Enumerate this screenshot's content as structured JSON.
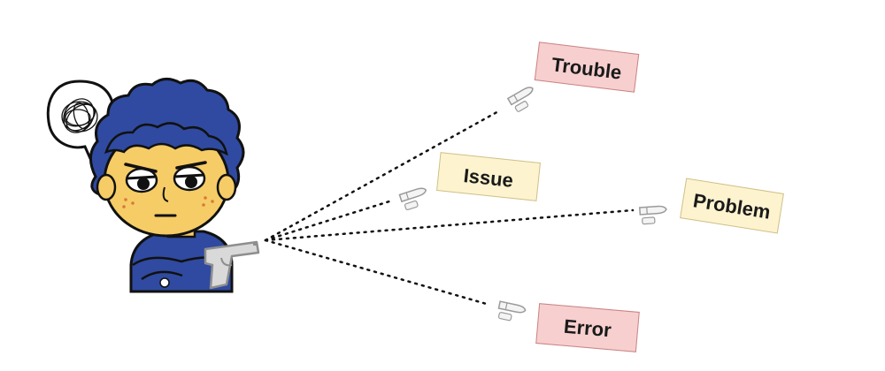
{
  "labels": {
    "trouble": "Trouble",
    "issue": "Issue",
    "problem": "Problem",
    "error": "Error"
  },
  "colors": {
    "hair": "#2f4aa0",
    "skin": "#f6cc66",
    "outline": "#111111",
    "shirt": "#2f4aa0",
    "gun": "#c8c8c8",
    "pink_box": "#f7cfcf",
    "yellow_box": "#fdf3cf"
  },
  "icons": {
    "speech_bubble": "scribble-thought-icon",
    "gun": "pistol-icon",
    "bullet": "bullet-icon"
  }
}
